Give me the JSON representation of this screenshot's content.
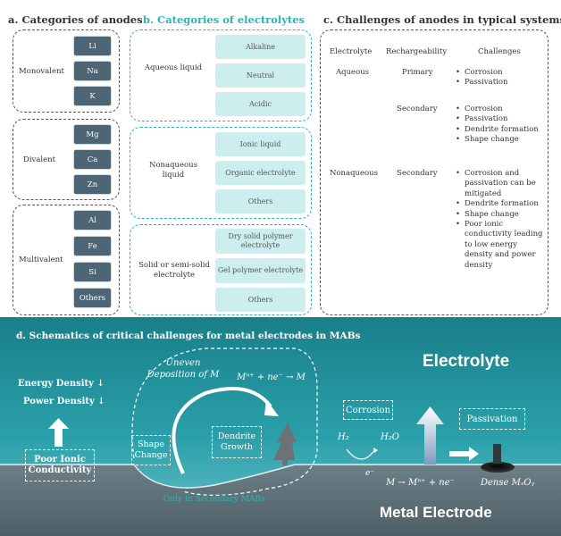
{
  "section_a": {
    "title": "a. Categories of anodes",
    "groups": [
      {
        "label": "Monovalent",
        "items": [
          "Li",
          "Na",
          "K"
        ]
      },
      {
        "label": "Divalent",
        "items": [
          "Mg",
          "Ca",
          "Zn"
        ]
      },
      {
        "label": "Multivalent",
        "items": [
          "Al",
          "Fe",
          "Si",
          "Others"
        ]
      }
    ]
  },
  "section_b": {
    "title": "b. Categories of electrolytes",
    "groups": [
      {
        "label": "Aqueous liquid",
        "items": [
          "Alkaline",
          "Neutral",
          "Acidic"
        ]
      },
      {
        "label": "Nonaqueous liquid",
        "items": [
          "Ionic liquid",
          "Organic electrolyte",
          "Others"
        ]
      },
      {
        "label": "Solid or semi-solid electrolyte",
        "items": [
          "Dry solid polymer electrolyte",
          "Gel polymer electrolyte",
          "Others"
        ]
      }
    ]
  },
  "section_c": {
    "title": "c. Challenges of anodes in typical systems",
    "headers": {
      "electrolyte": "Electrolyte",
      "rechargeability": "Rechargeability",
      "challenges": "Challenges"
    },
    "rows": [
      {
        "electrolyte": "Aqueous",
        "rechargeability": "Primary",
        "challenges": [
          "Corrosion",
          "Passivation"
        ]
      },
      {
        "electrolyte": "",
        "rechargeability": "Secondary",
        "challenges": [
          "Corrosion",
          "Passivation",
          "Dendrite formation",
          "Shape change"
        ]
      },
      {
        "electrolyte": "Nonaqueous",
        "rechargeability": "Secondary",
        "challenges": [
          "Corrosion and passivation can be mitigated",
          "Dendrite formation",
          "Shape change",
          "Poor ionic conductivity leading to low energy density and power density"
        ]
      }
    ]
  },
  "section_d": {
    "title": "d.  Schematics of critical challenges for metal electrodes in MABs",
    "electrolyte_label": "Electrolyte",
    "metal_label": "Metal Electrode",
    "energy_density": "Energy Density ↓",
    "power_density": "Power Density ↓",
    "poor_ionic": "Poor Ionic Conductivity",
    "uneven_deposition": "Uneven Deposition of M",
    "deposition_reaction": "Mⁿ⁺ + ne⁻ → M",
    "shape_change": "Shape Change",
    "dendrite_growth": "Dendrite Growth",
    "secondary_note": "Only in Secondary MABs",
    "corrosion": "Corrosion",
    "h2": "H₂",
    "h2o": "H₂O",
    "electron": "e⁻",
    "oxidation_reaction": "M → Mⁿ⁺ + ne⁻",
    "passivation": "Passivation",
    "oxide_layer": "Dense MₓOᵧ"
  },
  "colors": {
    "teal_dark": "#1f8c95",
    "teal_light": "#2fb3b3",
    "metal": "#5c6f78",
    "anode_box": "#4d6574",
    "electrolyte_box": "#cdeeee"
  }
}
